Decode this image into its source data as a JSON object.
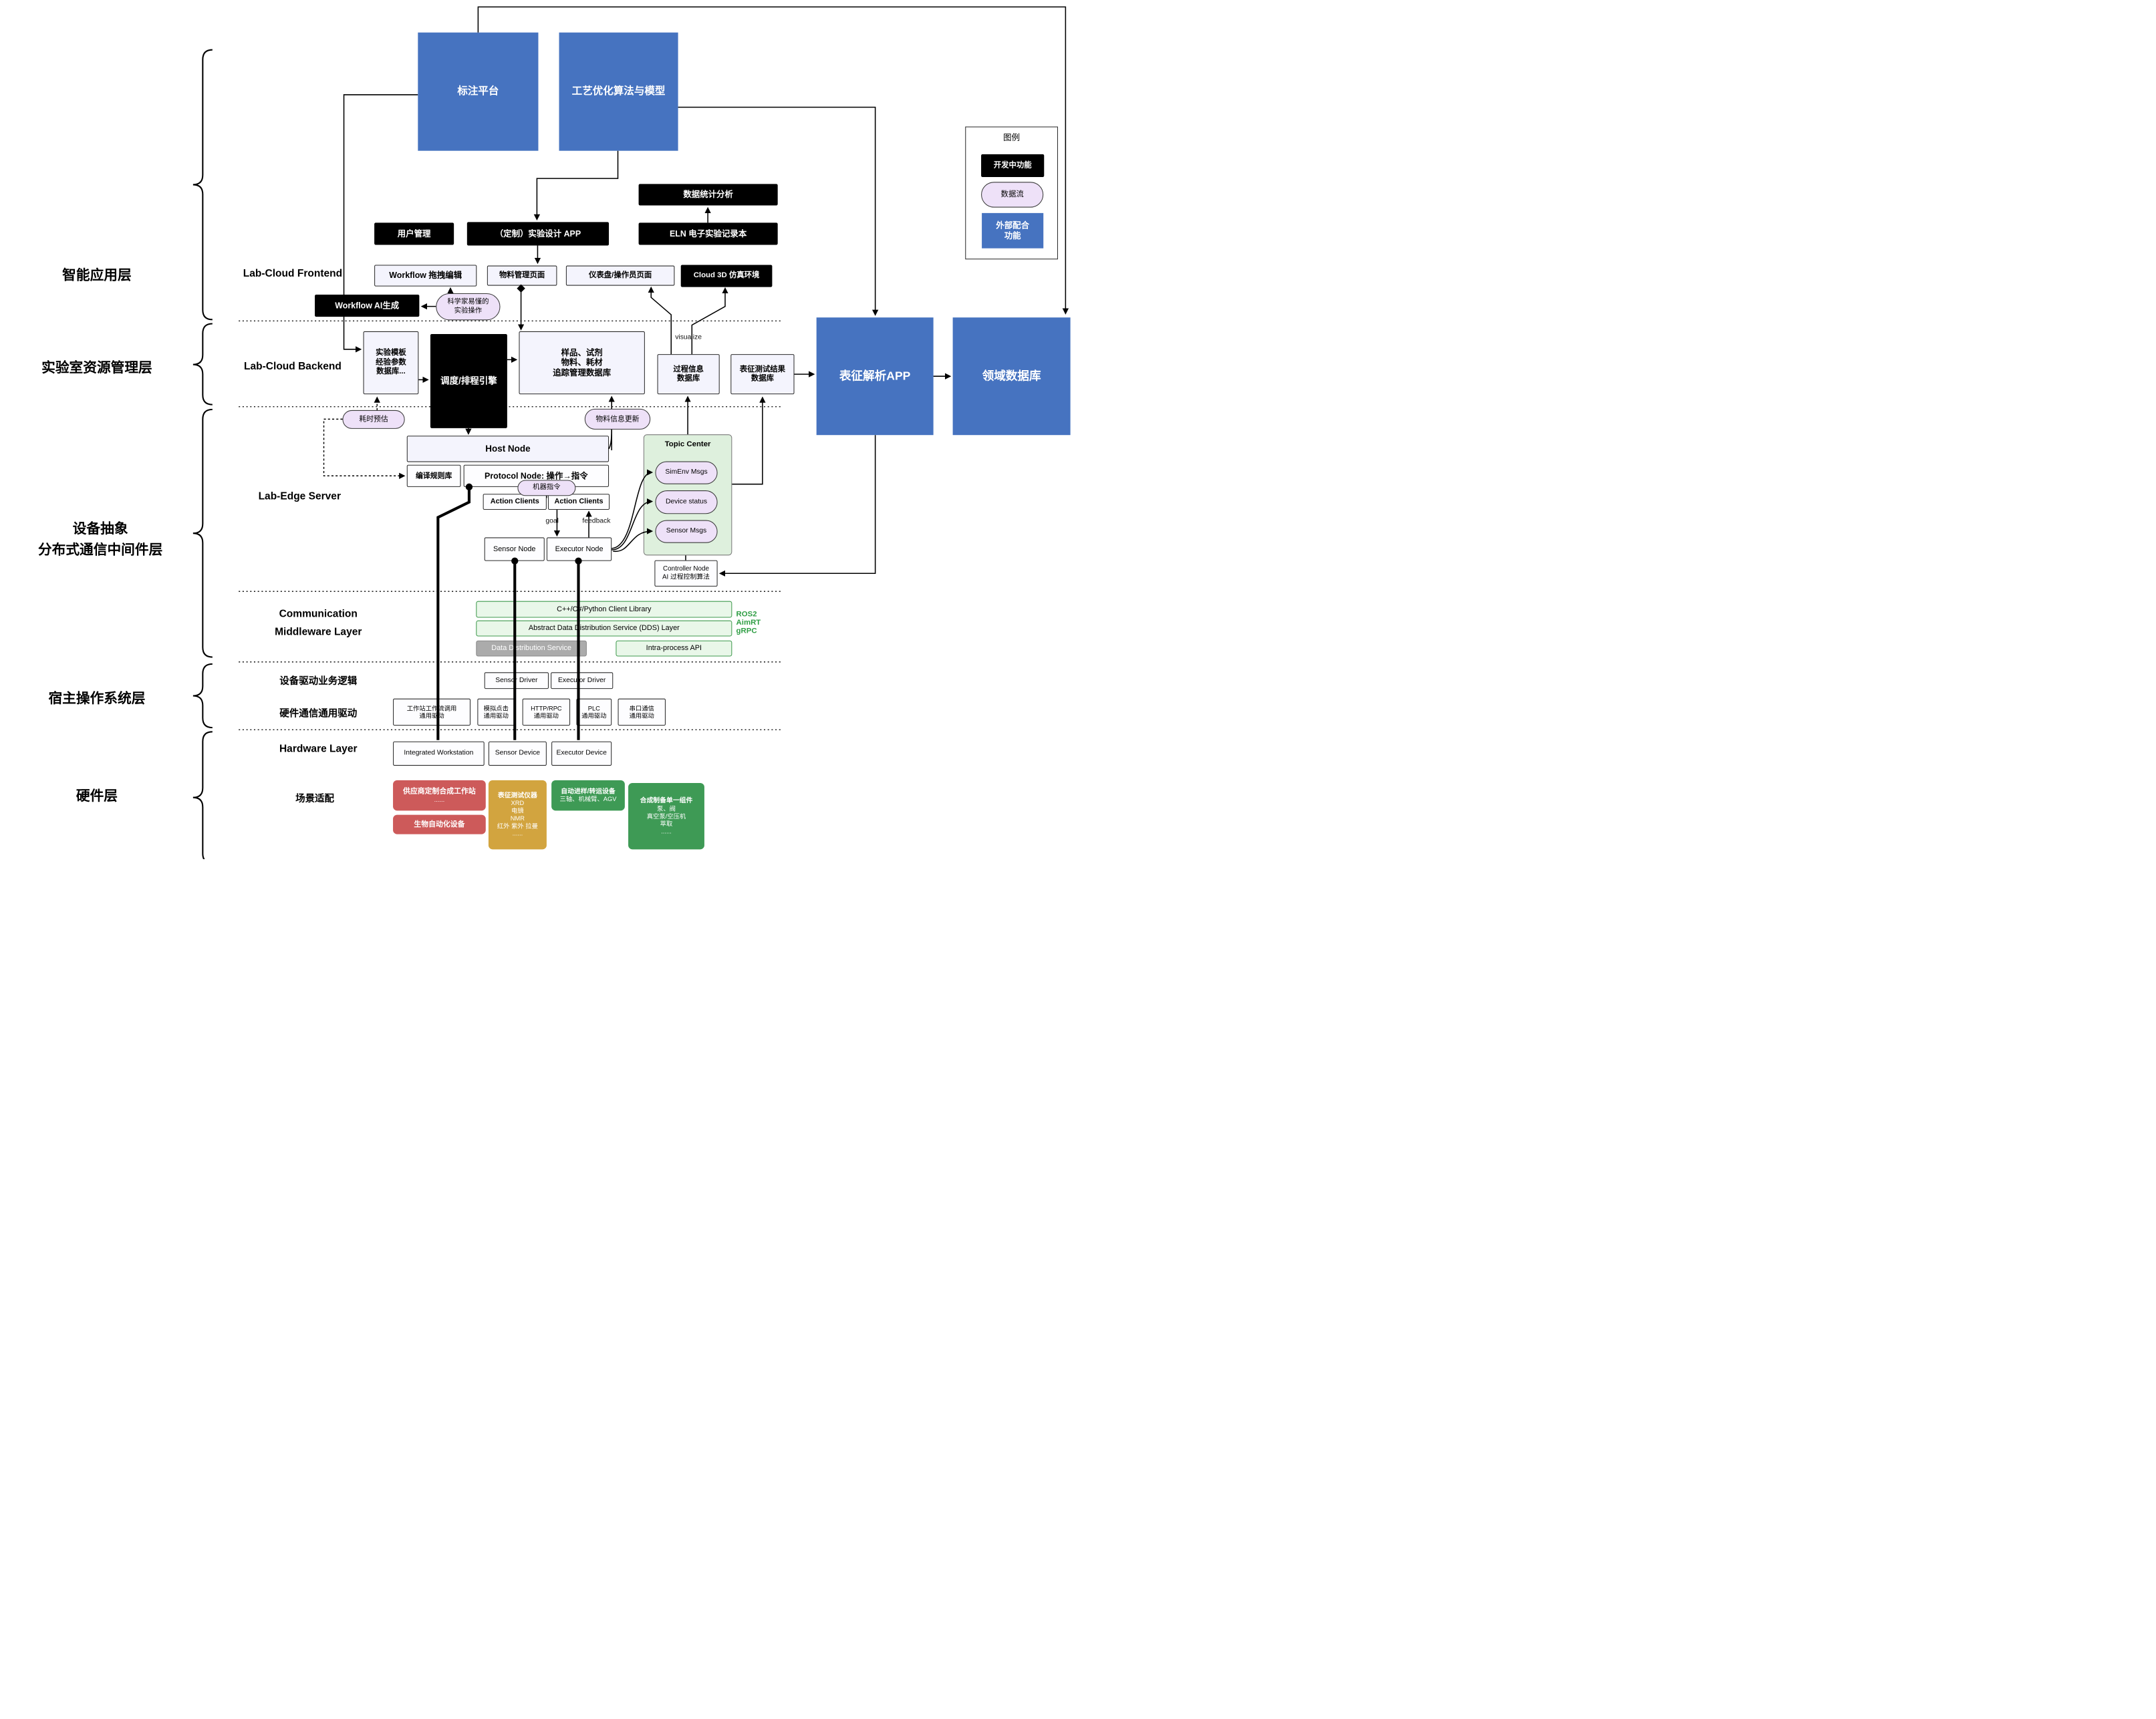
{
  "legend": {
    "title": "图例",
    "items": [
      {
        "label": "开发中功能"
      },
      {
        "label": "数据流"
      },
      {
        "label": "外部配合\n功能"
      }
    ]
  },
  "layer_labels": {
    "app": "智能应用层",
    "resource": "实验室资源管理层",
    "device1": "设备抽象",
    "device2": "分布式通信中间件层",
    "host_os": "宿主操作系统层",
    "hardware": "硬件层"
  },
  "section_labels": {
    "frontend": "Lab-Cloud Frontend",
    "backend": "Lab-Cloud Backend",
    "edge": "Lab-Edge Server",
    "comm1": "Communication",
    "comm2": "Middleware Layer",
    "driver_logic": "设备驱动业务逻辑",
    "hw_drivers": "硬件通信通用驱动",
    "hardware": "Hardware Layer",
    "scenario": "场景适配"
  },
  "top_boxes": {
    "annotation": "标注平台",
    "process_opt": "工艺优化算法与模型"
  },
  "frontend": {
    "data_stats": "数据统计分析",
    "user_mgmt": "用户管理",
    "design_app": "（定制）实验设计 APP",
    "eln": "ELN 电子实验记录本",
    "workflow_edit": "Workflow 拖拽编辑",
    "material_page": "物料管理页面",
    "dashboard_page": "仪表盘/操作员页面",
    "cloud_3d": "Cloud 3D 仿真环境",
    "workflow_ai": "Workflow AI生成",
    "sci_ops": "科学家易懂的\n实验操作"
  },
  "backend": {
    "template_db": "实验模板\n经验参数\n数据库...",
    "scheduler": "调度/排程引擎",
    "sample_db": "样品、试剂\n物料、耗材\n追踪管理数据库",
    "process_db": "过程信息\n数据库",
    "char_db": "表征测试结果\n数据库",
    "char_app": "表征解析APP",
    "domain_db": "领域数据库",
    "time_est": "耗时预估",
    "material_update": "物料信息更新",
    "visualize": "visualize"
  },
  "edge": {
    "host_node": "Host Node",
    "rule_lib": "编译规则库",
    "protocol_node": "Protocol Node: 操作→指令",
    "machine_cmd": "机器指令",
    "action_clients_l": "Action Clients",
    "action_clients_r": "Action Clients",
    "goal": "goal",
    "feedback": "feedback",
    "sensor_node": "Sensor Node",
    "executor_node": "Executor Node",
    "topic_center": "Topic Center",
    "simenv": "SimEnv Msgs",
    "device_status": "Device status",
    "sensor_msgs": "Sensor Msgs",
    "controller": "Controller Node\nAI 过程控制算法"
  },
  "middleware": {
    "client_lib": "C++/C#/Python Client Library",
    "dds_abstract": "Abstract Data Distribution Service (DDS) Layer",
    "dds": "Data Distribution Service",
    "intra": "Intra-process API",
    "stack": "ROS2\nAimRT\ngRPC"
  },
  "drivers": {
    "sensor": "Sensor Driver",
    "executor": "Executor Driver",
    "generic": [
      "工作站工作流调用\n通用驱动",
      "模拟点击\n通用驱动",
      "HTTP/RPC\n通用驱动",
      "PLC\n通用驱动",
      "串口通信\n通用驱动"
    ]
  },
  "hardware": {
    "workstation": "Integrated Workstation",
    "sensor_device": "Sensor Device",
    "executor_device": "Executor Device",
    "vendor_ws_title": "供应商定制合成工作站",
    "vendor_ws_body": "......",
    "bio": "生物自动化设备",
    "char_title": "表征测试仪器",
    "char_body": "XRD\n电镜\nNMR\n红外 紫外 拉曼\n......",
    "transfer_title": "自动进样/转运设备",
    "transfer_body": "三轴、机械臂、AGV",
    "synth_title": "合成制备单一组件",
    "synth_body": "泵、阀\n真空泵/空压机\n萃取\n......"
  },
  "colors": {
    "blue": "#4673c0",
    "black": "#000000",
    "pill_bg": "#eee1f8",
    "panel_green": "#def0dd",
    "bar_green": "#e9f7e9",
    "gray": "#ababab",
    "red": "#cd5a5a",
    "gold": "#d2a43f",
    "green": "#3e9a55"
  }
}
